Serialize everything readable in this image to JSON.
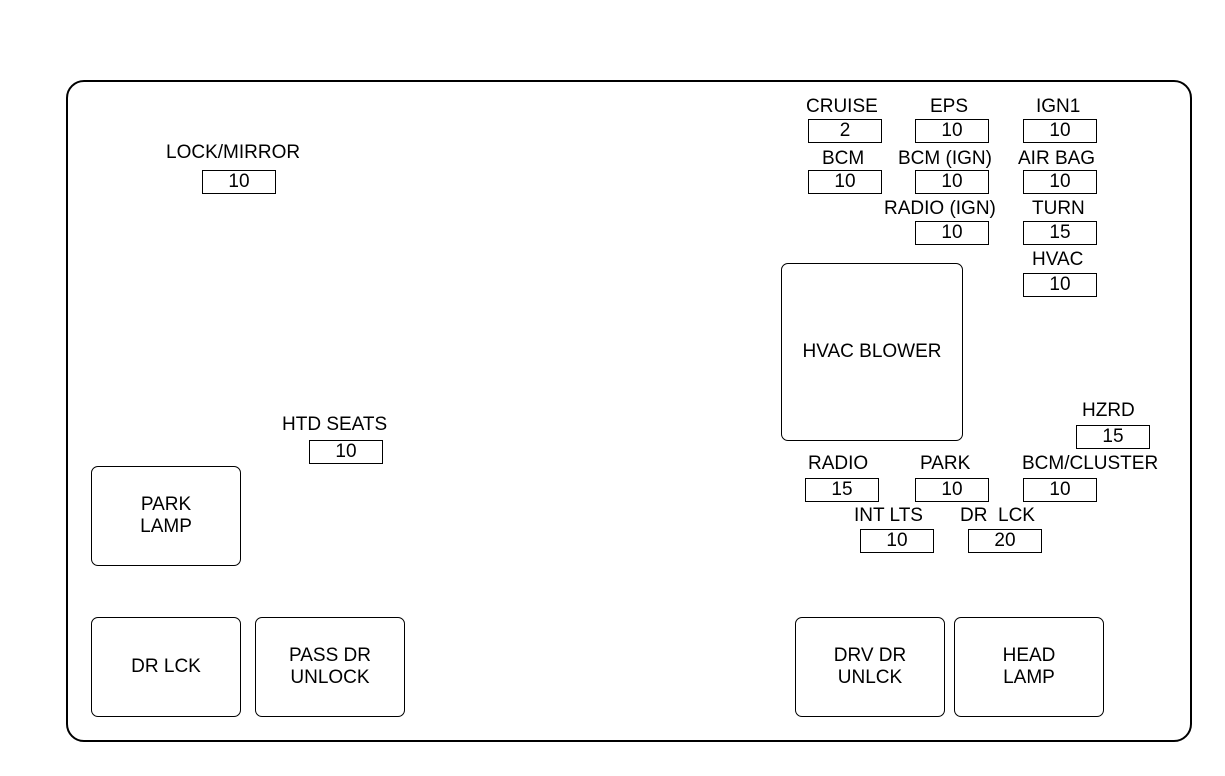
{
  "fuses": {
    "lock_mirror": {
      "label": "LOCK/MIRROR",
      "value": "10"
    },
    "htd_seats": {
      "label": "HTD SEATS",
      "value": "10"
    },
    "cruise": {
      "label": "CRUISE",
      "value": "2"
    },
    "eps": {
      "label": "EPS",
      "value": "10"
    },
    "ign1": {
      "label": "IGN1",
      "value": "10"
    },
    "bcm": {
      "label": "BCM",
      "value": "10"
    },
    "bcm_ign": {
      "label": "BCM (IGN)",
      "value": "10"
    },
    "air_bag": {
      "label": "AIR BAG",
      "value": "10"
    },
    "radio_ign": {
      "label": "RADIO (IGN)",
      "value": "10"
    },
    "turn": {
      "label": "TURN",
      "value": "15"
    },
    "hvac": {
      "label": "HVAC",
      "value": "10"
    },
    "hzrd": {
      "label": "HZRD",
      "value": "15"
    },
    "radio": {
      "label": "RADIO",
      "value": "15"
    },
    "park": {
      "label": "PARK",
      "value": "10"
    },
    "bcm_cluster": {
      "label": "BCM/CLUSTER",
      "value": "10"
    },
    "int_lts": {
      "label": "INT LTS",
      "value": "10"
    },
    "dr_lck": {
      "label": "DR  LCK",
      "value": "20"
    }
  },
  "relays": {
    "park_lamp": "PARK\nLAMP",
    "dr_lck": "DR LCK",
    "pass_dr_unlock": "PASS DR\nUNLOCK",
    "hvac_blower": "HVAC BLOWER",
    "drv_dr_unlck": "DRV DR\nUNLCK",
    "head_lamp": "HEAD\nLAMP"
  }
}
